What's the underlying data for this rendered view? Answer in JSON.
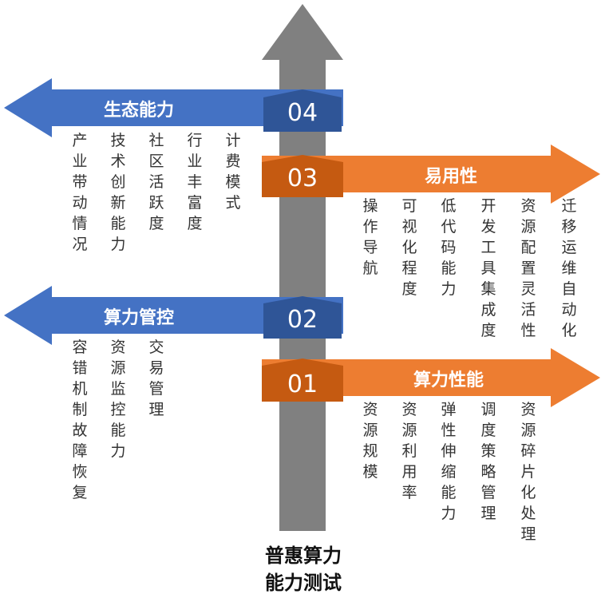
{
  "main_title": {
    "line1": "普惠算力",
    "line2": "能力测试"
  },
  "colors": {
    "blue": "#4472C4",
    "blue_dark": "#2F5597",
    "orange": "#ED7D31",
    "orange_dark": "#C55A11",
    "shaft": "#808080"
  },
  "levels": [
    {
      "num": "04",
      "title": "生态能力",
      "direction": "left",
      "color": "blue",
      "items": [
        "产业带动情况",
        "技术创新能力",
        "社区活跃度",
        "行业丰富度",
        "计费模式"
      ]
    },
    {
      "num": "03",
      "title": "易用性",
      "direction": "right",
      "color": "orange",
      "items": [
        "操作导航",
        "可视化程度",
        "低代码能力",
        "开发工具集成度",
        "资源配置灵活性",
        "迁移运维自动化"
      ]
    },
    {
      "num": "02",
      "title": "算力管控",
      "direction": "left",
      "color": "blue",
      "items": [
        "容错机制故障恢复",
        "资源监控能力",
        "交易管理"
      ]
    },
    {
      "num": "01",
      "title": "算力性能",
      "direction": "right",
      "color": "orange",
      "items": [
        "资源规模",
        "资源利用率",
        "弹性伸缩能力",
        "调度策略管理",
        "资源碎片化处理"
      ]
    }
  ]
}
